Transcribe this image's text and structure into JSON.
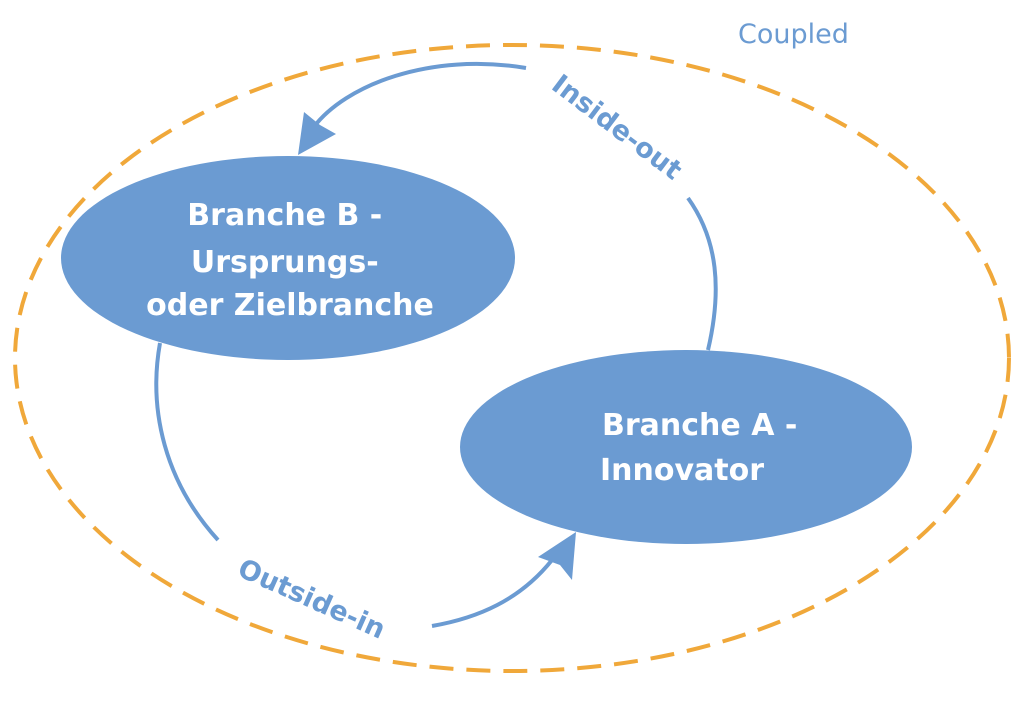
{
  "colors": {
    "node_fill": "#6b9bd2",
    "arrow": "#6b9bd2",
    "boundary": "#f0a83a",
    "label": "#6b9bd2",
    "node_text": "#ffffff"
  },
  "boundary": {
    "label": "Coupled",
    "style": "dashed"
  },
  "nodes": {
    "branche_b": {
      "line1": "Branche B -",
      "line2": "Ursprungs-",
      "line3": "oder Zielbranche"
    },
    "branche_a": {
      "line1": "Branche A -",
      "line2": "Innovator"
    }
  },
  "flows": {
    "inside_out": {
      "label": "Inside-out",
      "from": "Branche A",
      "to": "Branche B"
    },
    "outside_in": {
      "label": "Outside-in",
      "from": "Branche B",
      "to": "Branche A"
    }
  }
}
